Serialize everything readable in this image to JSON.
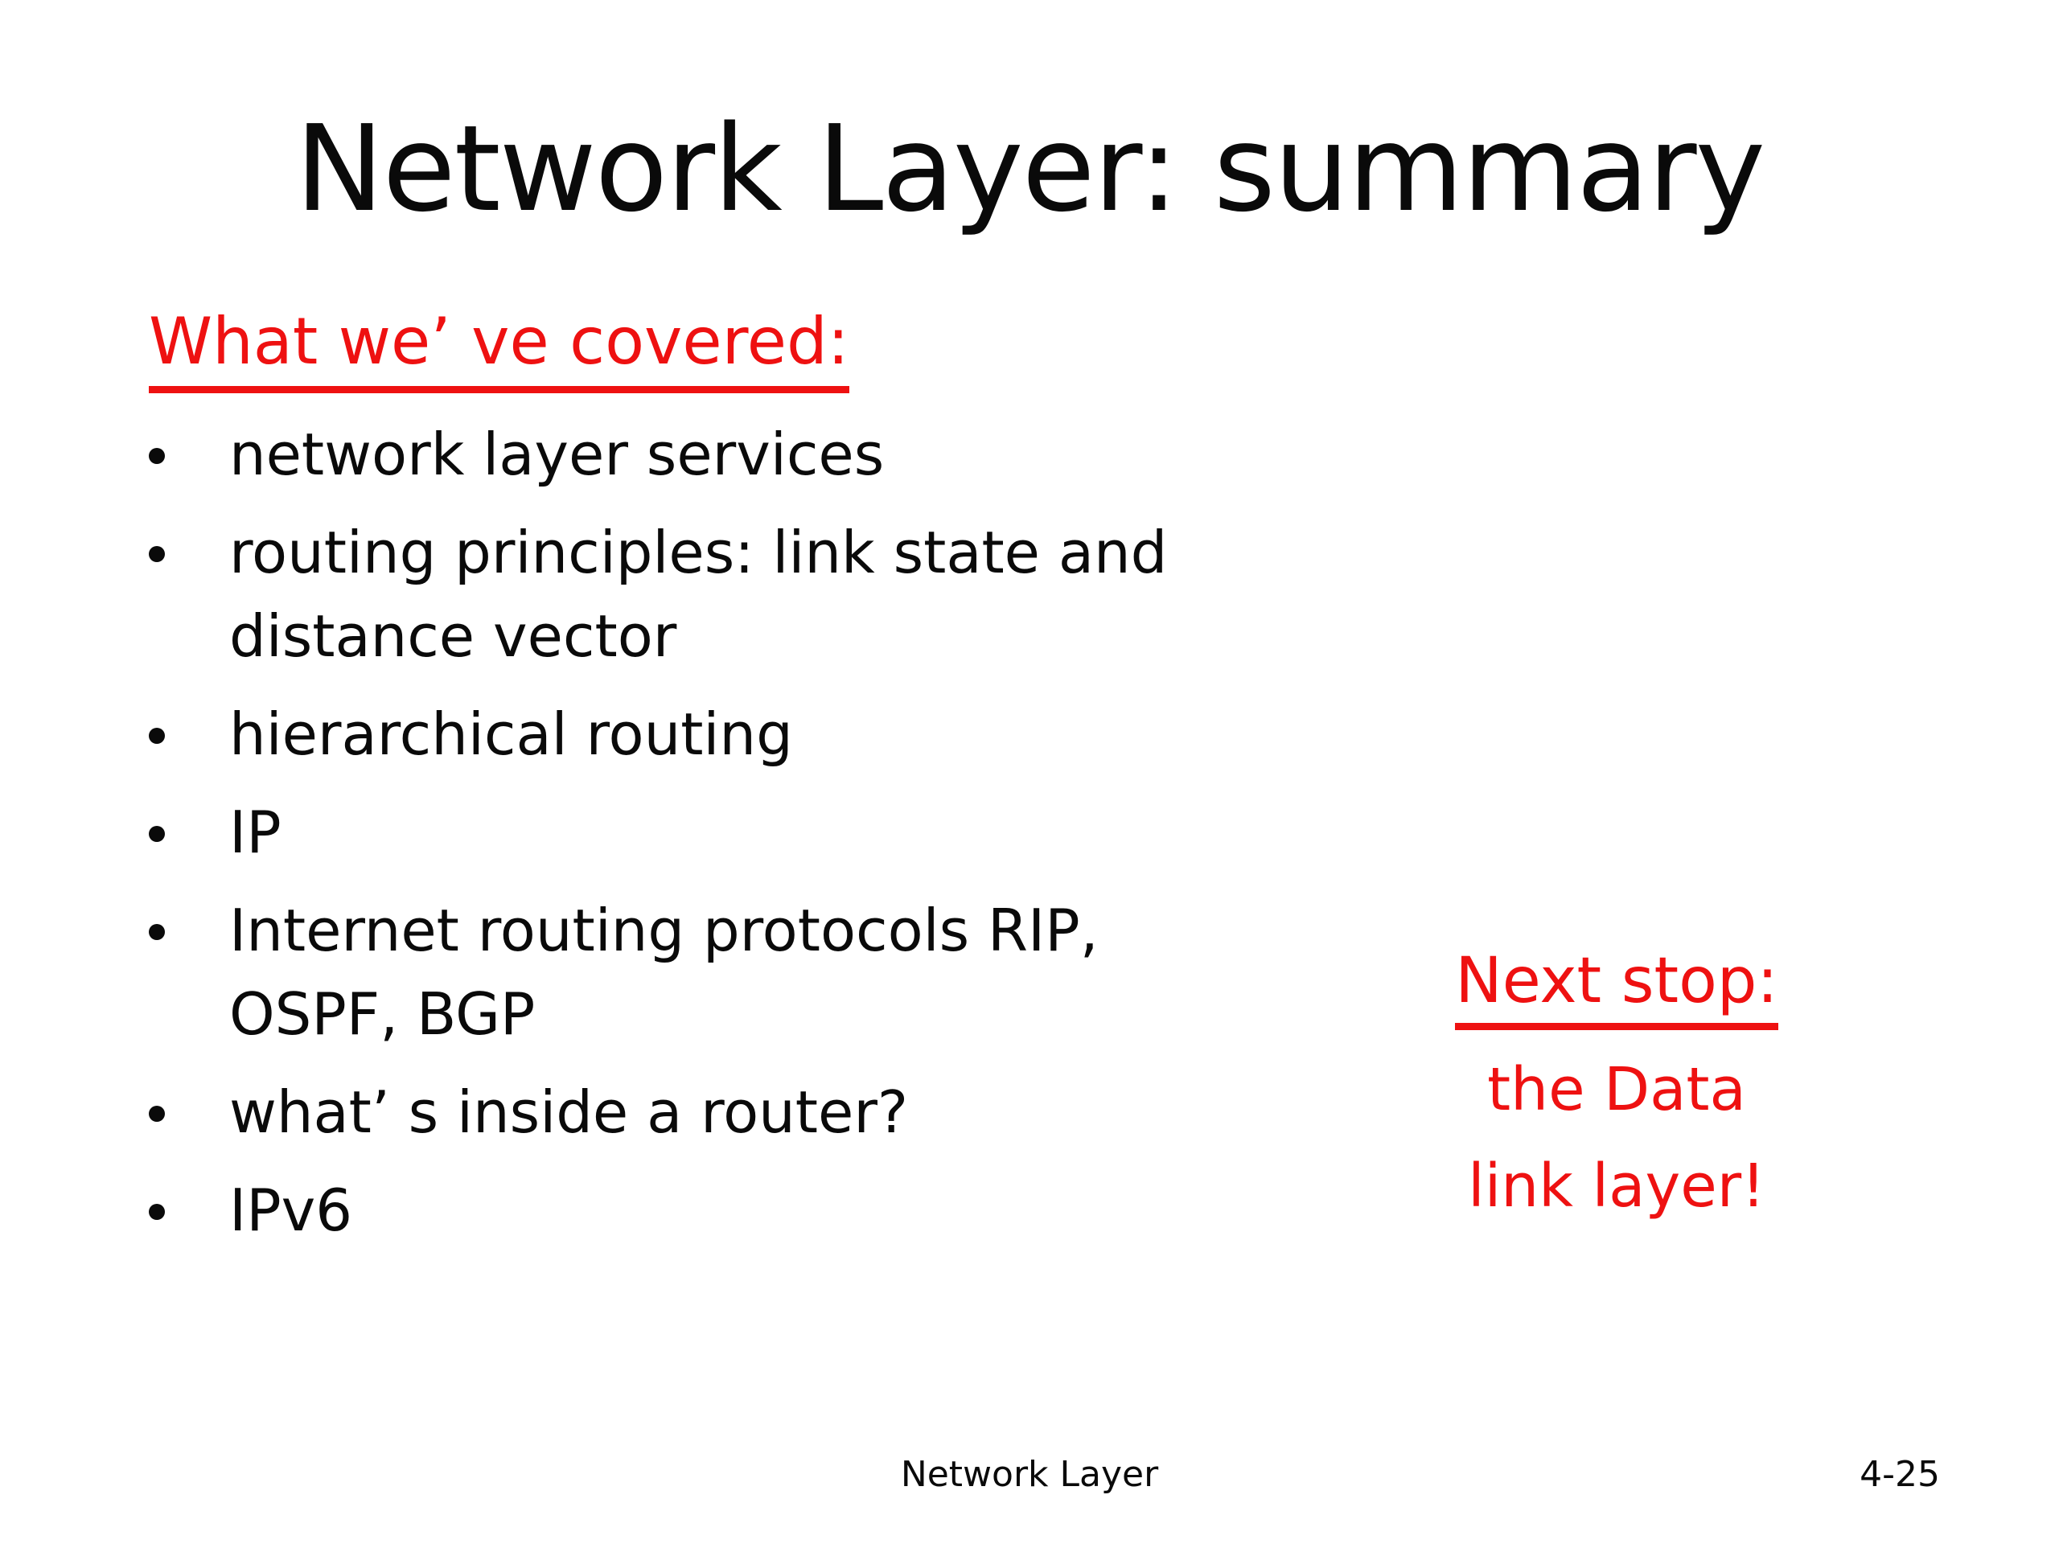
{
  "title": "Network Layer: summary",
  "covered": {
    "heading": "What we’ ve covered:",
    "bullets": [
      {
        "lines": [
          "network layer services"
        ]
      },
      {
        "lines": [
          "routing principles: link state and",
          "distance vector"
        ]
      },
      {
        "lines": [
          "hierarchical routing"
        ]
      },
      {
        "lines": [
          "IP"
        ]
      },
      {
        "lines": [
          "Internet routing protocols RIP,",
          "OSPF, BGP"
        ]
      },
      {
        "lines": [
          "what’ s inside a router?"
        ]
      },
      {
        "lines": [
          "IPv6"
        ]
      }
    ]
  },
  "next_stop": {
    "heading": "Next stop:",
    "lines": [
      "the Data",
      "link layer!"
    ]
  },
  "footer": {
    "section": "Network Layer",
    "page": "4-25"
  },
  "colors": {
    "accent_red": "#ee1111",
    "text_black": "#0a0a0a",
    "background": "#ffffff"
  }
}
